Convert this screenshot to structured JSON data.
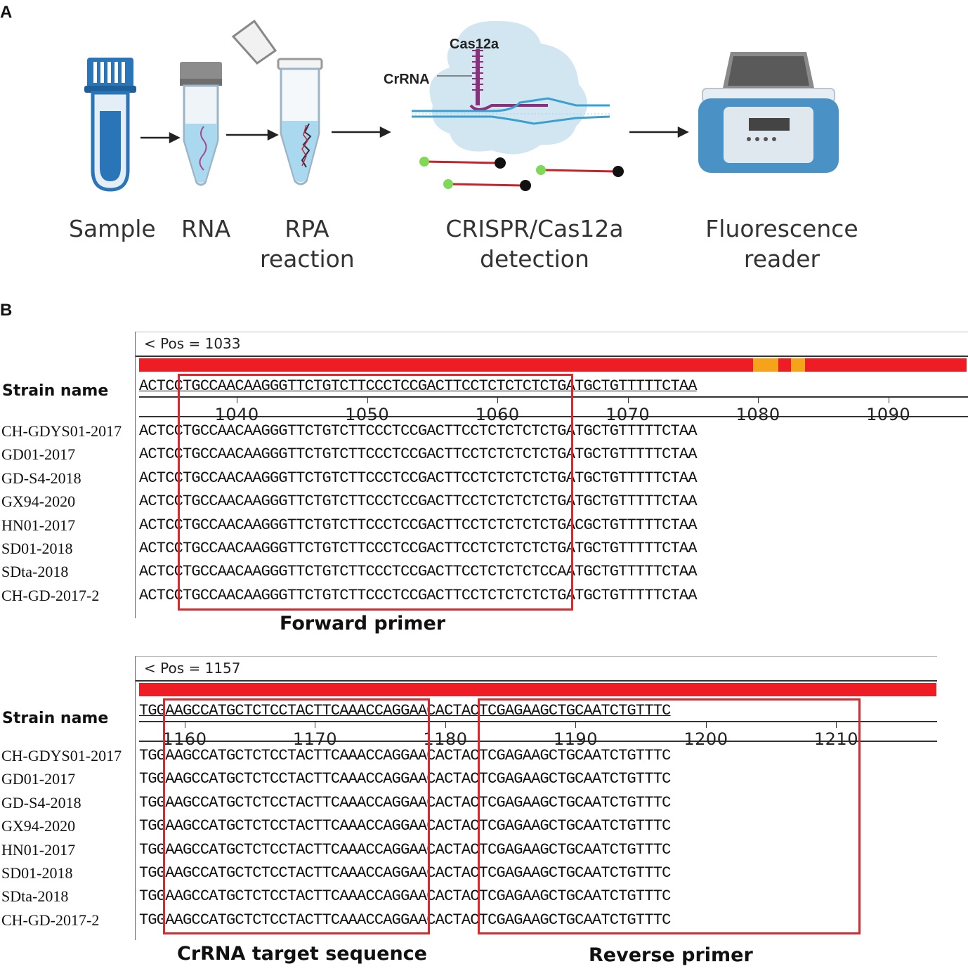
{
  "panel_a": {
    "letter": "A",
    "steps": [
      {
        "name": "sample",
        "label": "Sample"
      },
      {
        "name": "rna",
        "label": "RNA"
      },
      {
        "name": "rpa",
        "label": "RPA\nreaction"
      },
      {
        "name": "crispr",
        "label": "CRISPR/Cas12a\ndetection"
      },
      {
        "name": "reader",
        "label": "Fluorescence\nreader"
      }
    ],
    "cas12a_label": "Cas12a",
    "crrna_label": "CrRNA",
    "colors": {
      "tube_blue": "#2a75b8",
      "cap_gray": "#8c8c8c",
      "cloud": "#c9e2ef",
      "arrow": "#222222",
      "reader_blue": "#4a92c6",
      "guide_purple": "#8b2f7c",
      "probe_red": "#c0262c",
      "fluor_green": "#7ed957"
    }
  },
  "panel_b": {
    "letter": "B",
    "strain_header": "Strain name",
    "strains": [
      "CH-GDYS01-2017",
      "GD01-2017",
      "GD-S4-2018",
      "GX94-2020",
      "HN01-2017",
      "SD01-2018",
      "SDta-2018",
      "CH-GD-2017-2"
    ],
    "alignment_1": {
      "pos_label": "< Pos = 1033",
      "reference": "ACTCCTGCCAACAAGGGTTCTGTCTTCCCTCCGACTTCCTCTCTCTCTGATGCTGTTTTTCTAA",
      "ruler": [
        1040,
        1050,
        1060,
        1070,
        1080,
        1090
      ],
      "ruler_start": 1033,
      "sequences": [
        "ACTCCTGCCAACAAGGGTTCTGTCTTCCCTCCGACTTCCTCTCTCTCTGATGCTGTTTTTCTAA",
        "ACTCCTGCCAACAAGGGTTCTGTCTTCCCTCCGACTTCCTCTCTCTCTGATGCTGTTTTTCTAA",
        "ACTCCTGCCAACAAGGGTTCTGTCTTCCCTCCGACTTCCTCTCTCTCTGATGCTGTTTTTCTAA",
        "ACTCCTGCCAACAAGGGTTCTGTCTTCCCTCCGACTTCCTCTCTCTCTGATGCTGTTTTTCTAA",
        "ACTCCTGCCAACAAGGGTTCTGTCTTCCCTCCGACTTCCTCTCTCTCTGACGCTGTTTTTCTAA",
        "ACTCCTGCCAACAAGGGTTCTGTCTTCCCTCCGACTTCCTCTCTCTCTGATGCTGTTTTTCTAA",
        "ACTCCTGCCAACAAGGGTTCTGTCTTCCCTCCGACTTCCTCTCTCTCCAATGCTGTTTTTCTAA",
        "ACTCCTGCCAACAAGGGTTCTGTCTTCCCTCCGACTTCCTCTCTCTCTGATGCTGTTTTTCTAA"
      ],
      "forward_primer_label": "Forward primer"
    },
    "alignment_2": {
      "pos_label": "< Pos = 1157",
      "reference": "TGGAAGCCATGCTCTCCTACTTCAAACCAGGAACACTACTCGAGAAGCTGCAATCTGTTTC",
      "ruler": [
        1160,
        1170,
        1180,
        1190,
        1200,
        1210
      ],
      "ruler_start": 1157,
      "sequences": [
        "TGGAAGCCATGCTCTCCTACTTCAAACCAGGAACACTACTCGAGAAGCTGCAATCTGTTTC",
        "TGGAAGCCATGCTCTCCTACTTCAAACCAGGAACACTACTCGAGAAGCTGCAATCTGTTTC",
        "TGGAAGCCATGCTCTCCTACTTCAAACCAGGAACACTACTCGAGAAGCTGCAATCTGTTTC",
        "TGGAAGCCATGCTCTCCTACTTCAAACCAGGAACACTACTCGAGAAGCTGCAATCTGTTTC",
        "TGGAAGCCATGCTCTCCTACTTCAAACCAGGAACACTACTCGAGAAGCTGCAATCTGTTTC",
        "TGGAAGCCATGCTCTCCTACTTCAAACCAGGAACACTACTCGAGAAGCTGCAATCTGTTTC",
        "TGGAAGCCATGCTCTCCTACTTCAAACCAGGAACACTACTCGAGAAGCTGCAATCTGTTTC",
        "TGGAAGCCATGCTCTCCTACTTCAAACCAGGAACACTACTCGAGAAGCTGCAATCTGTTTC"
      ],
      "crrna_label": "CrRNA target sequence",
      "reverse_primer_label": "Reverse primer"
    },
    "colors": {
      "consensus": "#ee1c25",
      "variant": "#f7a21b",
      "box": "#e0262d"
    }
  }
}
